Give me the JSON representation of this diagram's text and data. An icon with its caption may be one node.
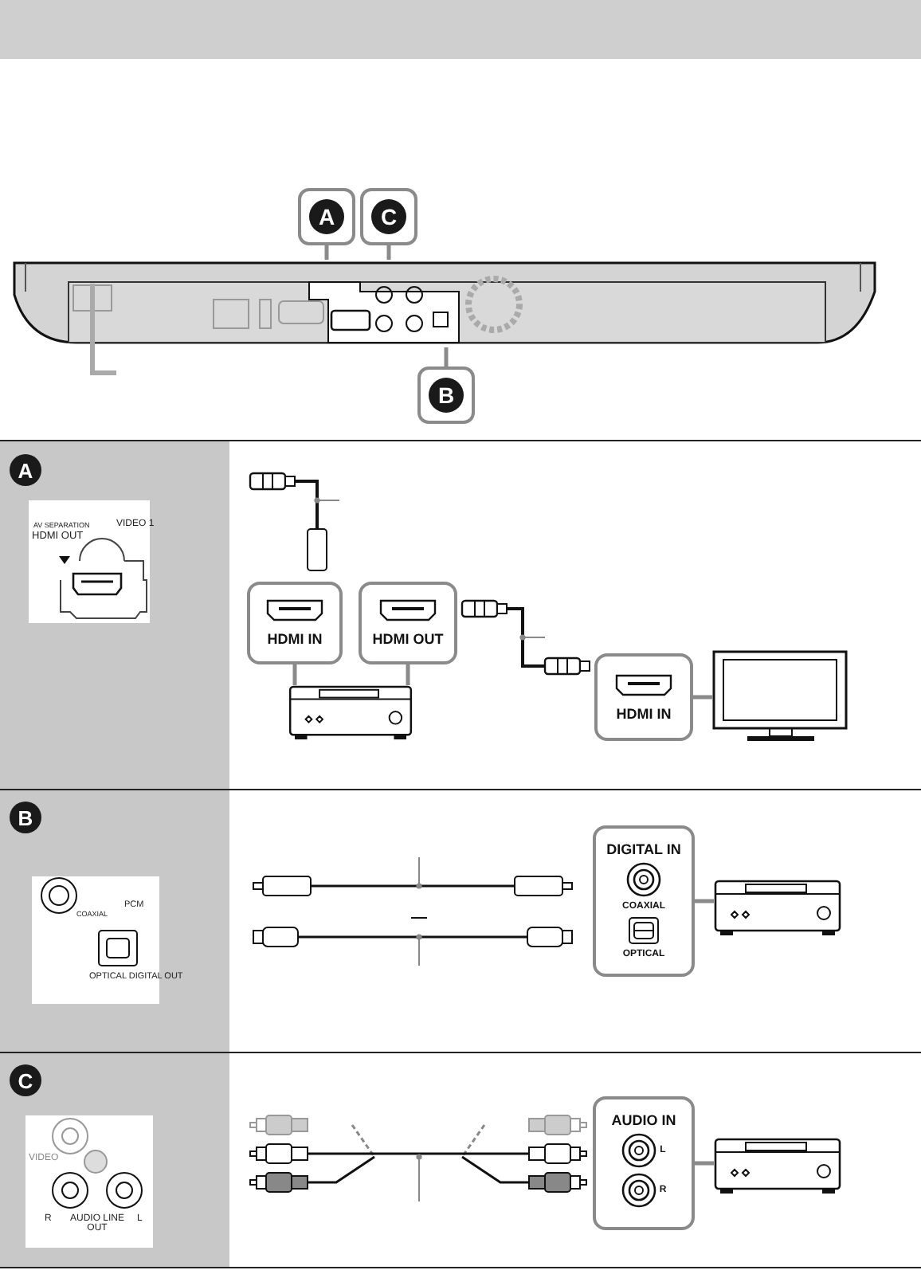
{
  "diagram": {
    "nodes": [
      {
        "text": [],
        "shape": "picture"
      },
      {
        "text": [
          "A"
        ]
      },
      {
        "text": [
          "C"
        ]
      },
      {
        "text": [
          "B"
        ]
      },
      {
        "text": [
          "HDMI IN"
        ]
      },
      {
        "text": [
          "HDMI OUT"
        ]
      },
      {
        "text": [],
        "shape": "picture"
      },
      {
        "text": [
          "HDMI IN"
        ]
      },
      {
        "text": [],
        "shape": "picture"
      },
      {
        "text": [
          "DIGITAL IN",
          "COAXIAL",
          "OPTICAL"
        ]
      },
      {
        "text": [],
        "shape": "picture"
      },
      {
        "text": [
          "AUDIO IN",
          "L",
          "R"
        ]
      },
      {
        "text": [],
        "shape": "picture"
      }
    ],
    "edges": [
      {
        "from": 1,
        "to": 0,
        "arrow": "none"
      },
      {
        "from": 2,
        "to": 0,
        "arrow": "none"
      },
      {
        "from": 3,
        "to": 0,
        "arrow": "none"
      },
      {
        "from": 4,
        "to": 6,
        "arrow": "none"
      },
      {
        "from": 5,
        "to": 6,
        "arrow": "none"
      },
      {
        "from": 7,
        "to": 8,
        "arrow": "none"
      },
      {
        "from": 9,
        "to": 10,
        "arrow": "none"
      },
      {
        "from": 11,
        "to": 12,
        "arrow": "none"
      }
    ],
    "labels": [
      "A",
      "AV SEPARATION",
      "VIDEO 1",
      "HDMI OUT",
      "B",
      "PCM",
      "COAXIAL",
      "OPTICAL DIGITAL OUT",
      "C",
      "VIDEO",
      "R",
      "AUDIO LINE OUT",
      "L"
    ]
  }
}
